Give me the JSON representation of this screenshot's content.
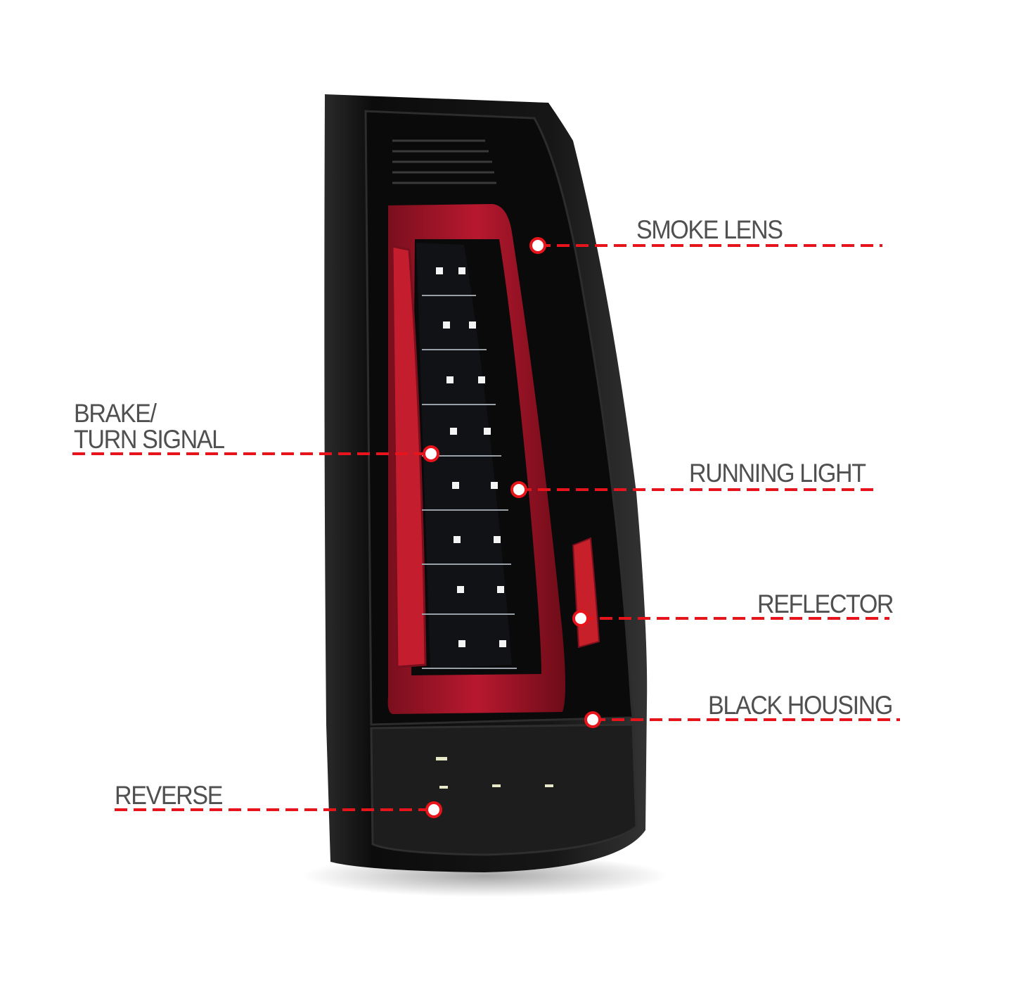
{
  "callouts": {
    "smoke_lens": "SMOKE LENS",
    "brake_line1": "BRAKE/",
    "brake_line2": "TURN SIGNAL",
    "running_light": "RUNNING LIGHT",
    "reflector": "REFLECTOR",
    "black_housing": "BLACK HOUSING",
    "reverse": "REVERSE"
  },
  "colors": {
    "callout_line": "#e8141b",
    "label_text": "#505050",
    "housing": "#121212",
    "light_tube": "#a3142a"
  }
}
